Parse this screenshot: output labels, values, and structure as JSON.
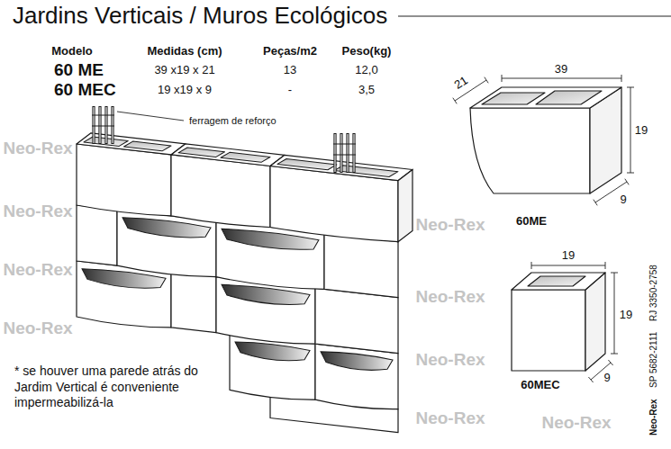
{
  "diagram": {
    "title": "Jardins Verticais / Muros Ecológicos",
    "labels": [
      "Modelo",
      "Medidas (cm)",
      "Peças/m2",
      "Peso(kg)",
      "60 ME",
      "39 x19 x 21",
      "13",
      "12,0",
      "60 MEC",
      "19 x19 x 9",
      "-",
      "3,5",
      "ferragem de reforço",
      "21",
      "39",
      "19",
      "9",
      "60ME",
      "19",
      "19",
      "9",
      "60MEC",
      "* se houver uma parede atrás do Jardim Vertical é conveniente impermeabilizá-la",
      "Neo-Rex",
      "SP 5682-2111",
      "RJ 3350-2758",
      "Neo-Rex",
      "Neo-Rex",
      "Neo-Rex",
      "Neo-Rex",
      "Neo-Rex",
      "Neo-Rex",
      "Neo-Rex",
      "Neo-Rex",
      "Neo-Rex"
    ]
  }
}
